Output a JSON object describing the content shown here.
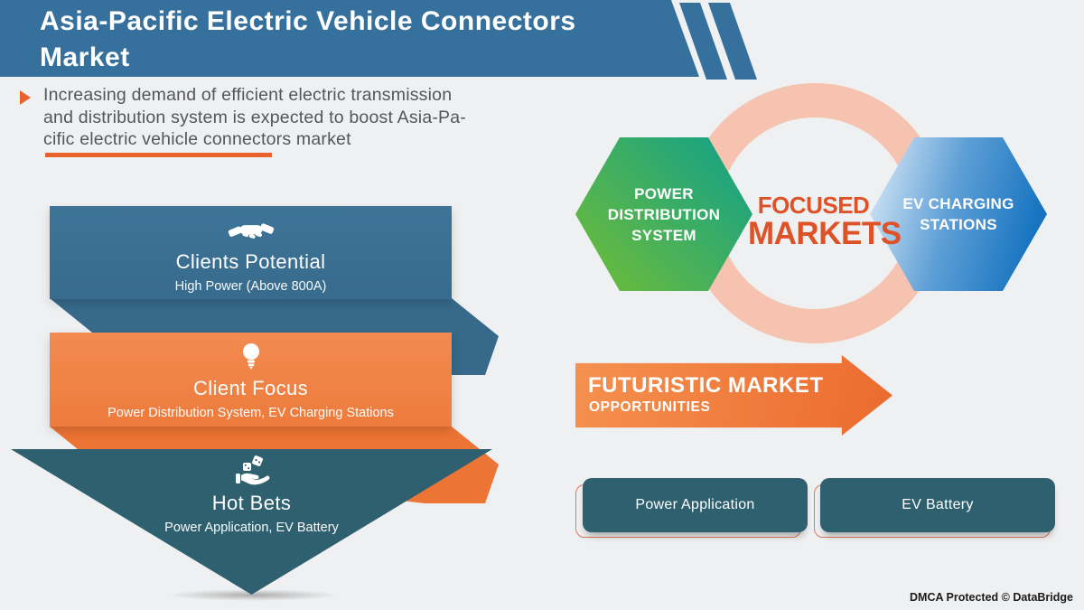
{
  "header": {
    "title_lines": [
      "Asia-Pacific Electric Vehicle Connectors",
      "Market"
    ]
  },
  "intro": {
    "lines": [
      "Increasing demand of efficient electric transmission",
      "and distribution system is expected to boost Asia-Pa-",
      "cific electric vehicle connectors market"
    ]
  },
  "funnel": {
    "stages": [
      {
        "title": "Clients Potential",
        "subtitle": "High Power (Above 800A)",
        "icon": "handshake-icon"
      },
      {
        "title": "Client Focus",
        "subtitle": "Power Distribution System, EV Charging Stations",
        "icon": "lightbulb-icon"
      },
      {
        "title": "Hot Bets",
        "subtitle": "Power Application, EV Battery",
        "icon": "dice-hand-icon"
      }
    ]
  },
  "focused_markets": {
    "label_lines": [
      "FOCUSED",
      "MARKETS"
    ],
    "hexagons": [
      {
        "lines": [
          "POWER",
          "DISTRIBUTION",
          "SYSTEM"
        ]
      },
      {
        "lines": [
          "EV CHARGING",
          "STATIONS"
        ]
      }
    ]
  },
  "futuristic": {
    "title": "FUTURISTIC MARKET",
    "subtitle": "OPPORTUNITIES"
  },
  "application_buttons": [
    {
      "label": "Power Application"
    },
    {
      "label": "EV Battery"
    }
  ],
  "footer": {
    "dmca": "DMCA Protected © DataBridge"
  },
  "colors": {
    "banner_blue": "#36719E",
    "bar_blue": "#3B7194",
    "bar_orange": "#EF8145",
    "accent_orange": "#E8622D",
    "focused_orange": "#DE5227",
    "teal": "#2E6070",
    "ring_peach": "#F5C3AF",
    "hex_green_start": "#6ABB3C",
    "hex_green_end": "#17A284",
    "hex_blue_light": "#C9E0F3",
    "hex_blue_dark": "#0F6FBE",
    "background": "#EFF0F1"
  }
}
